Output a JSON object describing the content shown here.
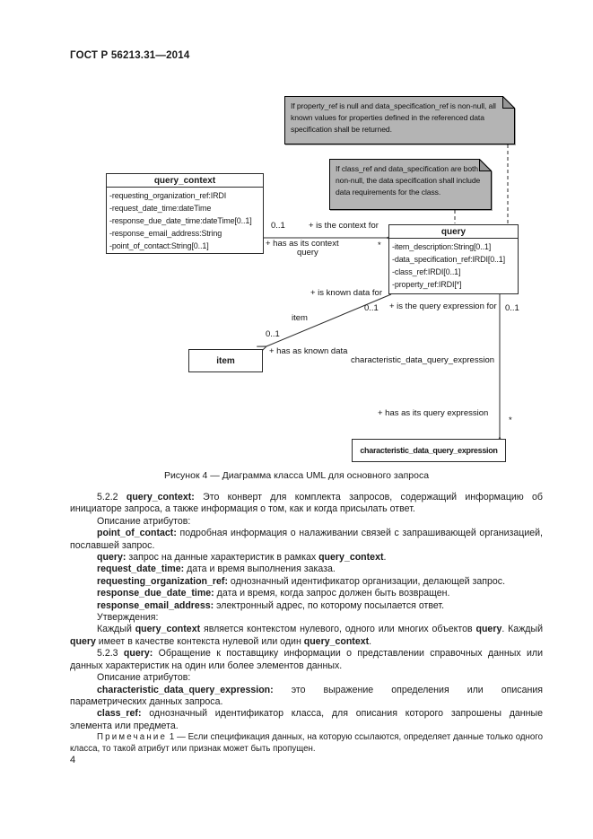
{
  "page": {
    "header": "ГОСТ Р 56213.31—2014",
    "page_number": "4"
  },
  "diagram": {
    "notes": [
      {
        "text": "If property_ref is null and data_specification_ref is non-null, all known values for properties defined in the referenced data specification shall be returned."
      },
      {
        "text": "If class_ref and data_specification are both non-null, the data specification shall include data requirements for the class."
      }
    ],
    "classes": {
      "query_context": {
        "title": "query_context",
        "attributes": [
          "-requesting_organization_ref:IRDI",
          "-request_date_time:dateTime",
          "-response_due_date_time:dateTime[0..1]",
          "-response_email_address:String",
          "-point_of_contact:String[0..1]"
        ]
      },
      "query": {
        "title": "query",
        "attributes": [
          "-item_description:String[0..1]",
          "-data_specification_ref:IRDI[0..1]",
          "-class_ref:IRDI[0..1]",
          "-property_ref:IRDI[*]"
        ]
      },
      "item": {
        "title": "item"
      },
      "characteristic": {
        "title": "characteristic_data_query_expression"
      }
    },
    "labels": {
      "ctx_mult": "0..1",
      "is_context_for": "+ is the context for",
      "has_as_its_context": "+ has as its context",
      "query_role": "query",
      "query_mult": "*",
      "is_known_data_for": "+ is known data for",
      "known_mult_query": "0..1",
      "item_role": "item",
      "known_mult_item": "0..1",
      "has_as_known_data": "+ has as known data",
      "is_query_expr_for": "+ is the query expression for",
      "expr_mult_query": "0..1",
      "expr_role": "characteristic_data_query_expression",
      "has_as_its_query_expr": "+ has as its query expression",
      "expr_mult": "*"
    },
    "caption": "Рисунок 4 — Диаграмма класса UML для основного запроса"
  },
  "body": {
    "paragraphs": [
      {
        "segments": [
          {
            "t": "5.2.2 "
          },
          {
            "t": "query_context:",
            "b": true
          },
          {
            "t": " Это конверт для комплекта запросов, содержащий информацию об инициаторе запроса, а также информация о том, как и когда присылать ответ."
          }
        ]
      },
      {
        "segments": [
          {
            "t": "Описание атрибутов:"
          }
        ]
      },
      {
        "segments": [
          {
            "t": "point_of_contact:",
            "b": true
          },
          {
            "t": " подробная информация о налаживании связей с запрашивающей организацией, пославшей запрос."
          }
        ]
      },
      {
        "segments": [
          {
            "t": "query:",
            "b": true
          },
          {
            "t": " запрос на данные характеристик в рамках "
          },
          {
            "t": "query_context",
            "b": true
          },
          {
            "t": "."
          }
        ]
      },
      {
        "segments": [
          {
            "t": "request_date_time:",
            "b": true
          },
          {
            "t": " дата и время выполнения заказа."
          }
        ]
      },
      {
        "segments": [
          {
            "t": "requesting_organization_ref:",
            "b": true
          },
          {
            "t": " однозначный идентификатор организации, делающей запрос."
          }
        ]
      },
      {
        "segments": [
          {
            "t": "response_due_date_time:",
            "b": true
          },
          {
            "t": " дата и время, когда запрос должен быть возвращен."
          }
        ]
      },
      {
        "segments": [
          {
            "t": "response_email_address:",
            "b": true
          },
          {
            "t": " электронный адрес, по которому посылается ответ."
          }
        ]
      },
      {
        "segments": [
          {
            "t": "Утверждения:"
          }
        ]
      },
      {
        "segments": [
          {
            "t": "Каждый "
          },
          {
            "t": "query_context",
            "b": true
          },
          {
            "t": " является контекстом нулевого, одного или многих объектов "
          },
          {
            "t": "query",
            "b": true
          },
          {
            "t": ". Каждый "
          },
          {
            "t": "query",
            "b": true
          },
          {
            "t": " имеет в качестве контекста нулевой или один "
          },
          {
            "t": "query_context",
            "b": true
          },
          {
            "t": "."
          }
        ]
      },
      {
        "segments": [
          {
            "t": "5.2.3 "
          },
          {
            "t": "query:",
            "b": true
          },
          {
            "t": " Обращение к поставщику информации о представлении справочных данных или данных характеристик на один или более элементов данных."
          }
        ]
      },
      {
        "segments": [
          {
            "t": "Описание атрибутов:"
          }
        ]
      },
      {
        "segments": [
          {
            "t": "characteristic_data_query_expression:",
            "b": true
          },
          {
            "t": " это выражение определения или описания параметрических данных запроса."
          }
        ]
      },
      {
        "segments": [
          {
            "t": "class_ref:",
            "b": true
          },
          {
            "t": " однозначный идентификатор класса, для описания которого запрошены данные элемента или предмета."
          }
        ]
      },
      {
        "small": true,
        "segments": [
          {
            "t": "Примечание",
            "ls": true
          },
          {
            "t": " 1 — Если спецификация данных, на которую ссылаются, определяет данные только одного класса, то такой атрибут или признак может быть пропущен."
          }
        ]
      }
    ]
  },
  "colors": {
    "note_fill": "#b4b4b4",
    "note_fold": "#969696",
    "line": "#2b2b2b"
  }
}
